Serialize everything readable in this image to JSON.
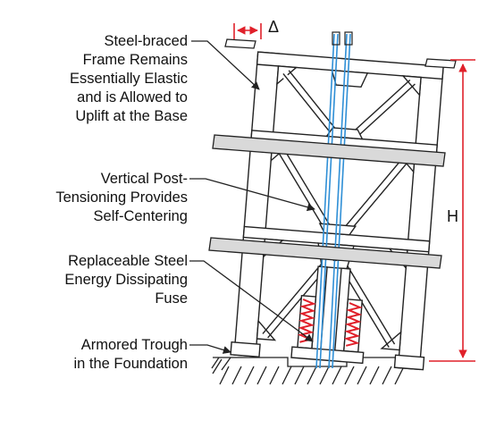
{
  "annotations": {
    "frame": "Steel-braced\nFrame Remains\nEssentially Elastic\nand is Allowed to\nUplift at the Base",
    "post_tensioning": "Vertical Post-\nTensioning Provides\nSelf-Centering",
    "fuse": "Replaceable Steel\nEnergy Dissipating\nFuse",
    "trough": "Armored Trough\nin the Foundation"
  },
  "dimensions": {
    "drift": "Δ",
    "height": "H"
  },
  "colors": {
    "line": "#222222",
    "dimension": "#e0202a",
    "tendon": "#2f8fd6",
    "floor": "#d9d9d9"
  }
}
